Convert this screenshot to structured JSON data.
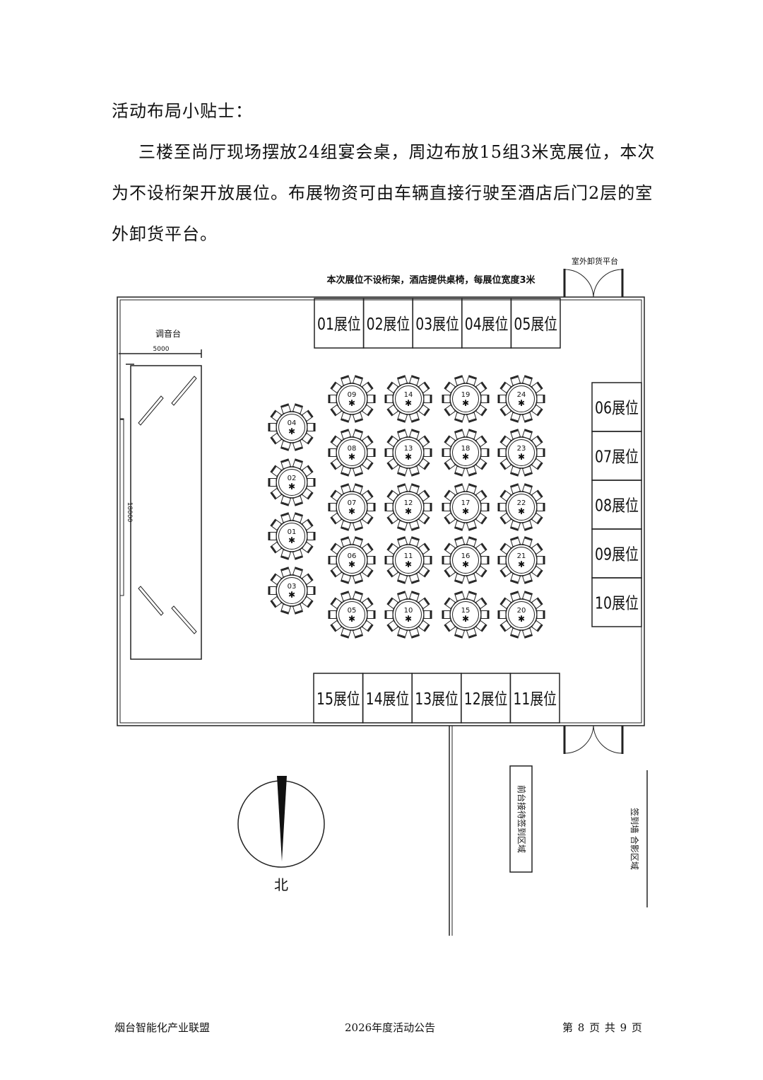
{
  "document": {
    "heading": "活动布局小贴士：",
    "paragraph": "三楼至尚厅现场摆放24组宴会桌，周边布放15组3米宽展位，本次为不设桁架开放展位。布展物资可由车辆直接行驶至酒店后门2层的室外卸货平台。"
  },
  "floor_plan": {
    "note": "本次展位不设桁架，酒店提供桌椅，每展位宽度3米",
    "unloading_platform": "室外卸货平台",
    "mixing_desk": "调音台",
    "width_dim": "5000",
    "length_dim": "18000",
    "booths_top": [
      "01展位",
      "02展位",
      "03展位",
      "04展位",
      "05展位"
    ],
    "booths_right": [
      "06展位",
      "07展位",
      "08展位",
      "09展位",
      "10展位"
    ],
    "booths_bottom": [
      "15展位",
      "14展位",
      "13展位",
      "12展位",
      "11展位"
    ],
    "tables_left": [
      "04",
      "02",
      "01",
      "03"
    ],
    "tables_grid": [
      [
        "09",
        "14",
        "19",
        "24"
      ],
      [
        "08",
        "13",
        "18",
        "23"
      ],
      [
        "07",
        "12",
        "17",
        "22"
      ],
      [
        "06",
        "11",
        "16",
        "21"
      ],
      [
        "05",
        "10",
        "15",
        "20"
      ]
    ],
    "reception_area": "前台接待签到区域",
    "photo_area": "签到墙 合影区域",
    "north": "北"
  },
  "footer": {
    "left": "烟台智能化产业联盟",
    "center": "2026年度活动公告",
    "right": "第 8 页 共 9 页"
  }
}
